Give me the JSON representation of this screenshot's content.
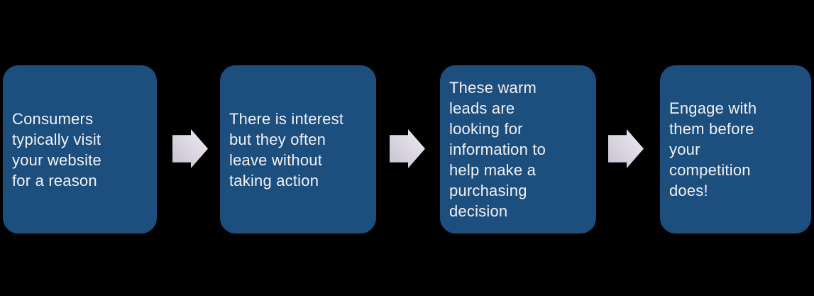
{
  "colors": {
    "background": "#000000",
    "box_fill": "#1c4e7e",
    "text": "#f2f1f5",
    "arrow_gradient_start": "#c6c0d0",
    "arrow_gradient_end": "#f0edf4"
  },
  "diagram": {
    "type": "horizontal-process-flow",
    "steps": [
      {
        "text": "Consumers typically visit your website for a reason",
        "lines": [
          "Consumers",
          "typically visit",
          "your website",
          "for a reason"
        ]
      },
      {
        "text": "There is interest but they often leave without taking action",
        "lines": [
          "There is interest",
          "but they often",
          "leave without",
          "taking action"
        ]
      },
      {
        "text": "These warm leads are looking for information to help make a purchasing decision",
        "lines": [
          "These warm",
          "leads are",
          "looking for",
          "information to",
          "help make a",
          "purchasing",
          "decision"
        ]
      },
      {
        "text": "Engage with them before your competition does!",
        "lines": [
          "Engage with",
          "them before",
          "your",
          "competition",
          "does!"
        ]
      }
    ],
    "connector": "block-arrow-right"
  }
}
